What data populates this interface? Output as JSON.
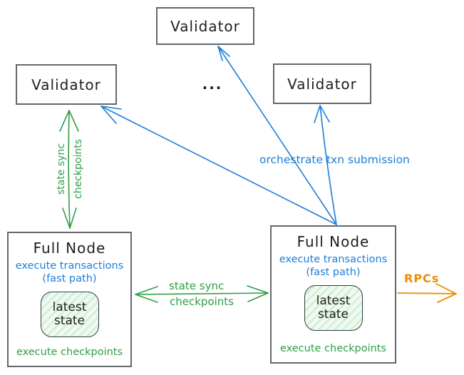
{
  "diagram": {
    "validators": {
      "left": "Validator",
      "middle": "Validator",
      "right": "Validator"
    },
    "ellipsis": "...",
    "full_node_left": {
      "title": "Full Node",
      "fast_path_line1": "execute transactions",
      "fast_path_line2": "(fast path)",
      "state_line1": "latest",
      "state_line2": "state",
      "checkpoints": "execute checkpoints"
    },
    "full_node_right": {
      "title": "Full Node",
      "fast_path_line1": "execute transactions",
      "fast_path_line2": "(fast path)",
      "state_line1": "latest",
      "state_line2": "state",
      "checkpoints": "execute checkpoints"
    },
    "edges": {
      "state_sync_vertical": {
        "label_line1": "state sync",
        "label_line2": "checkpoints"
      },
      "state_sync_horizontal": {
        "label_line1": "state sync",
        "label_line2": "checkpoints"
      },
      "orchestrate": {
        "label": "orchestrate txn submission"
      },
      "rpcs": {
        "label": "RPCs"
      }
    },
    "colors": {
      "green": "#2f9e44",
      "blue": "#1c7ed6",
      "orange": "#f08c00",
      "border": "#63676b",
      "ink": "#1e1e1e",
      "state_fill": "#eef9ef",
      "state_hatch": "#cdebd2"
    }
  }
}
